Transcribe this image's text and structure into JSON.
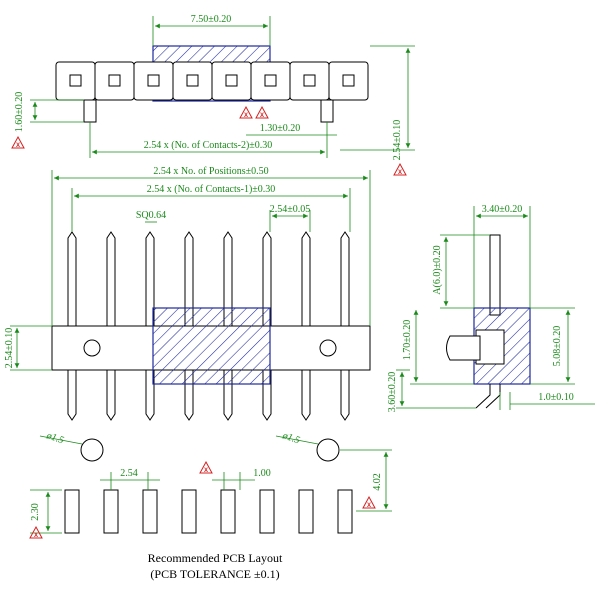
{
  "dimensions": {
    "top_width": "7.50±0.20",
    "top_pin_height": "1.60±0.20",
    "top_offset": "1.30±0.20",
    "top_contacts": "2.54 x (No. of Contacts-2)±0.30",
    "top_overall": "2.54±0.10",
    "positions": "2.54 x No. of Positions±0.50",
    "contacts_minus1": "2.54 x (No. of Contacts-1)±0.30",
    "sq": "SQ0.64",
    "pitch": "2.54±0.05",
    "front_height": "2.54±0.10",
    "front_a": "A(6.0)±0.20",
    "front_b": "1.70±0.20",
    "front_c": "3.60±0.20",
    "side_width": "3.40±0.20",
    "side_height": "5.08±0.20",
    "side_offset": "1.0±0.10",
    "pcb_dia_left": "1.5",
    "pcb_dia_right": "1.5",
    "pcb_pitch": "2.54",
    "pcb_gap": "1.00",
    "pcb_height": "2.30",
    "pcb_vert": "4.02"
  },
  "warning_symbol": "X",
  "caption": {
    "line1": "Recommended PCB Layout",
    "line2": "(PCB TOLERANCE ±0.1)"
  }
}
